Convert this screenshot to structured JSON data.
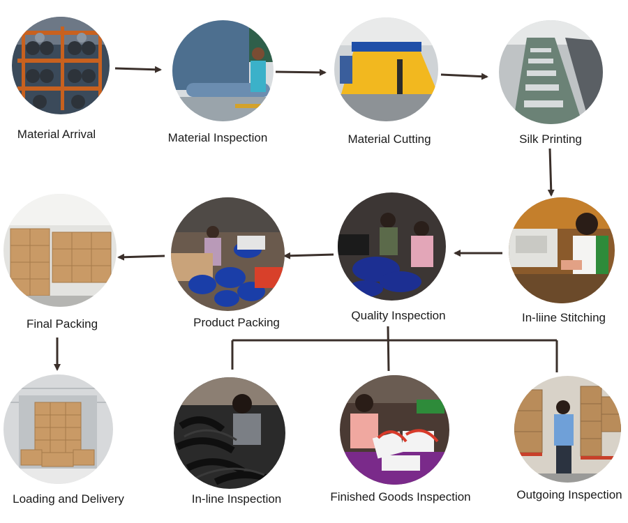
{
  "steps": {
    "material_arrival": "Material Arrival",
    "material_inspection": "Material Inspection",
    "material_cutting": "Material Cutting",
    "silk_printing": "Silk Printing",
    "inline_stitching": "In-liine Stitching",
    "quality_inspection": "Quality Inspection",
    "product_packing": "Product Packing",
    "final_packing": "Final Packing",
    "loading_delivery": "Loading and Delivery",
    "inline_inspection": "In-line Inspection",
    "finished_goods_inspection": "Finished Goods Inspection",
    "outgoing_inspection": "Outgoing Inspection"
  },
  "colors": {
    "arrow": "#3a2f2a",
    "text": "#1a1a1a"
  }
}
